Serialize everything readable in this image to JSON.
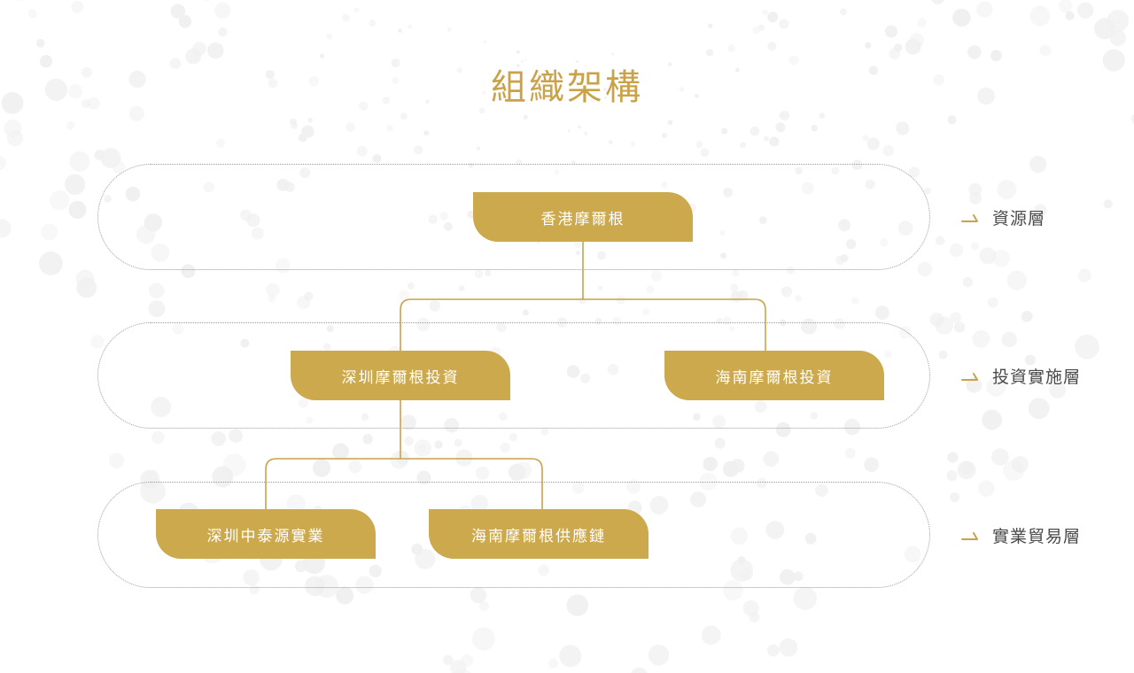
{
  "page": {
    "title": "組織架構",
    "accent_color": "#CDA94E",
    "title_color": "#C9A24A",
    "label_color": "#4a4a4a",
    "band_border_color": "#9a9a9a",
    "background_color": "#ffffff",
    "dot_color": "#f0f0f0"
  },
  "layers": [
    {
      "id": "resource",
      "label": "資源層",
      "arrow_icon": "arrow-right-icon"
    },
    {
      "id": "investment",
      "label": "投資實施層",
      "arrow_icon": "arrow-right-icon"
    },
    {
      "id": "trade",
      "label": "實業貿易層",
      "arrow_icon": "arrow-right-icon"
    }
  ],
  "nodes": {
    "hk": {
      "label": "香港摩爾根",
      "layer": "resource"
    },
    "szInv": {
      "label": "深圳摩爾根投資",
      "layer": "investment"
    },
    "hnInv": {
      "label": "海南摩爾根投資",
      "layer": "investment"
    },
    "szInd": {
      "label": "深圳中泰源實業",
      "layer": "trade"
    },
    "hnSup": {
      "label": "海南摩爾根供應鏈",
      "layer": "trade"
    }
  },
  "chart_data": {
    "type": "diagram",
    "diagram_kind": "organization-tree",
    "title": "組織架構",
    "levels": [
      {
        "level": 1,
        "layer_label": "資源層",
        "nodes": [
          "香港摩爾根"
        ]
      },
      {
        "level": 2,
        "layer_label": "投資實施層",
        "nodes": [
          "深圳摩爾根投資",
          "海南摩爾根投資"
        ]
      },
      {
        "level": 3,
        "layer_label": "實業貿易層",
        "nodes": [
          "深圳中泰源實業",
          "海南摩爾根供應鏈"
        ]
      }
    ],
    "edges": [
      {
        "from": "香港摩爾根",
        "to": "深圳摩爾根投資"
      },
      {
        "from": "香港摩爾根",
        "to": "海南摩爾根投資"
      },
      {
        "from": "深圳摩爾根投資",
        "to": "深圳中泰源實業"
      },
      {
        "from": "深圳摩爾根投資",
        "to": "海南摩爾根供應鏈"
      }
    ]
  }
}
